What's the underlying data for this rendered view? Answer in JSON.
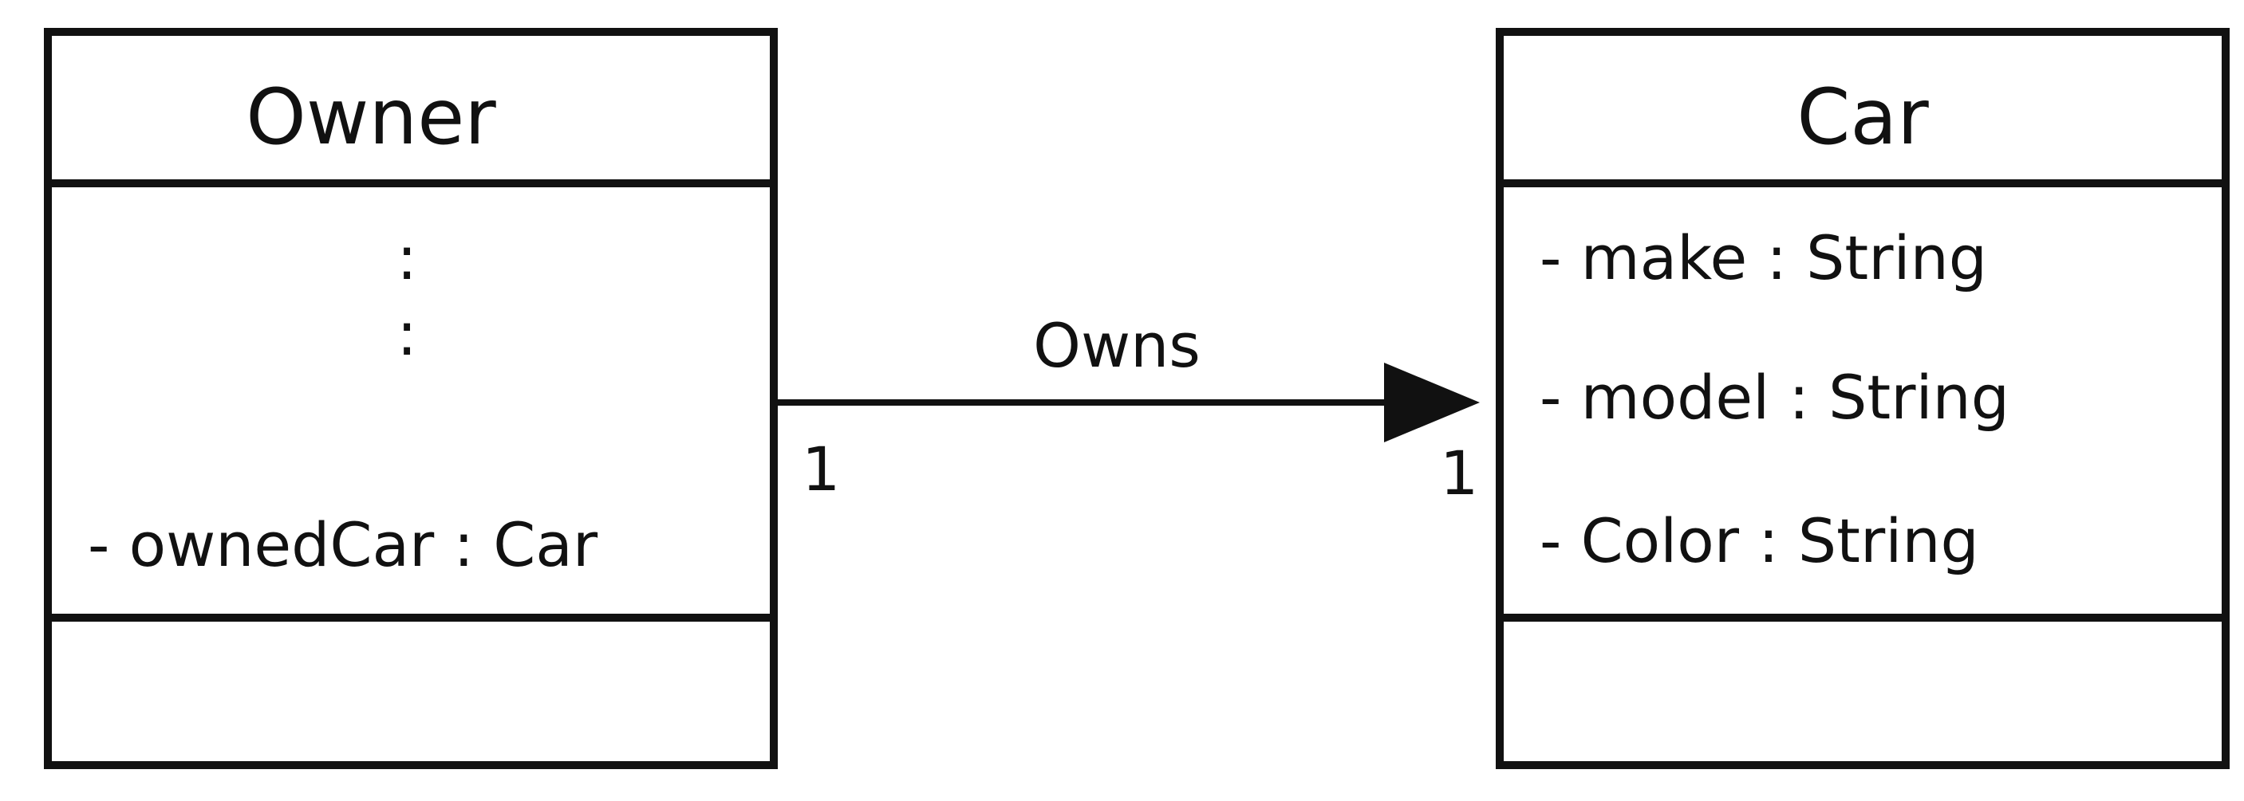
{
  "diagram": {
    "type": "uml-class-diagram",
    "classes": [
      {
        "id": "owner",
        "name": "Owner",
        "placeholder": ":",
        "attributes": [
          {
            "text": "- ownedCar : Car"
          }
        ],
        "methods": []
      },
      {
        "id": "car",
        "name": "Car",
        "attributes": [
          {
            "text": "- make : String"
          },
          {
            "text": "- model : String"
          },
          {
            "text": "- Color : String"
          }
        ],
        "methods": []
      }
    ],
    "association": {
      "label": "Owns",
      "source": "owner",
      "target": "car",
      "source_multiplicity": "1",
      "target_multiplicity": "1",
      "arrowhead": "filled-triangle"
    },
    "colors": {
      "stroke": "#111111",
      "background": "#ffffff"
    }
  }
}
